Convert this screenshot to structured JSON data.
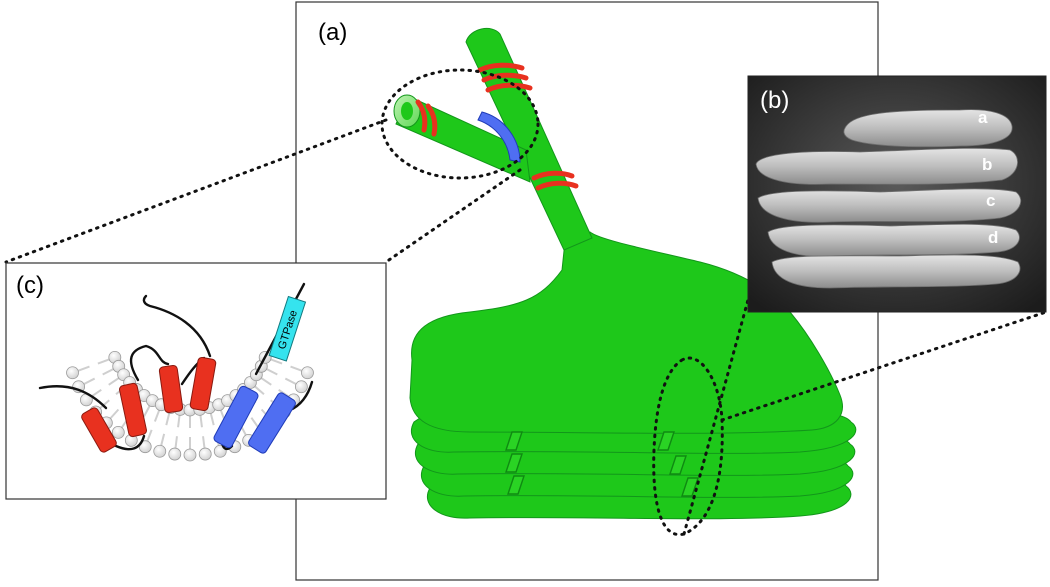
{
  "panels": {
    "a": {
      "label": "(a)"
    },
    "b": {
      "label": "(b)",
      "stack_labels": [
        "a",
        "b",
        "c",
        "d"
      ]
    },
    "c": {
      "label": "(c)",
      "protein_label": "GTPase"
    }
  },
  "colors": {
    "golgi_green": "#1ec81a",
    "golgi_shadow": "#0f8a12",
    "snare_red": "#e8311f",
    "snare_outline": "#8a1a10",
    "tether_blue": "#4f6ef2",
    "gtpase_cyan": "#35e3ee",
    "tomography_bg": "#3a3a3a",
    "membrane_gray": "#d9d9d9"
  }
}
